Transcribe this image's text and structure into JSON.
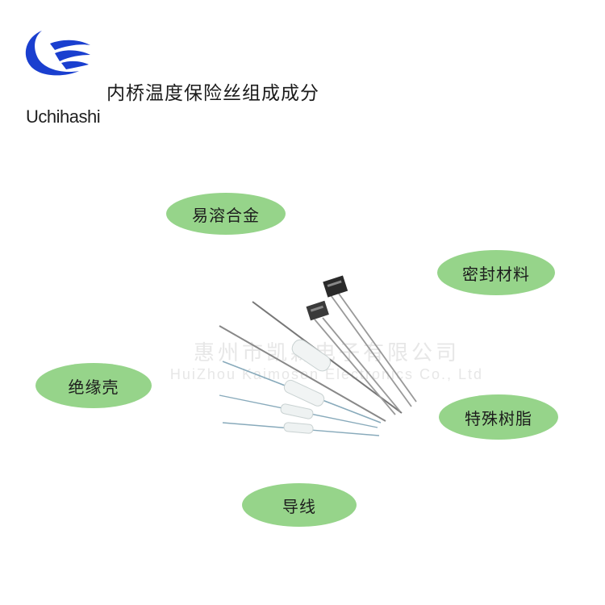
{
  "brand": {
    "name": "Uchihashi",
    "logo_color": "#1a3fcf",
    "icon": "uchihashi-wave-logo"
  },
  "title": "内桥温度保险丝组成成分",
  "labels": {
    "alloy": "易溶合金",
    "sealing": "密封材料",
    "shell": "绝缘壳",
    "resin": "特殊树脂",
    "lead": "导线"
  },
  "colors": {
    "bubble": "#96d48a",
    "watermark": "#e7e7e7"
  },
  "watermark": {
    "cn": "惠州市凯森电子有限公司",
    "en": "HuiZhou Kaimosen Electronics Co., Ltd"
  }
}
